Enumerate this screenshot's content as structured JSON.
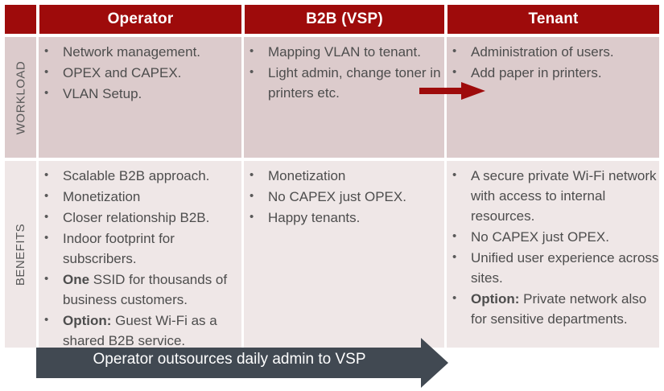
{
  "colors": {
    "header_red": "#9E0B0B",
    "workload_row_bg": "#DCCBCC",
    "benefits_row_bg": "#EFE7E7",
    "arrow_red": "#9E0B0B",
    "banner_gray": "#414952",
    "text_gray": "#4D4D4D"
  },
  "header": {
    "corner_label": "",
    "columns": [
      {
        "label": "Operator"
      },
      {
        "label": "B2B (VSP)"
      },
      {
        "label": "Tenant"
      }
    ]
  },
  "rows": [
    {
      "label": "WORKLOAD",
      "cells": [
        {
          "items": [
            {
              "text": "Network management."
            },
            {
              "text": "OPEX and CAPEX."
            },
            {
              "text": "VLAN Setup."
            }
          ]
        },
        {
          "items": [
            {
              "text": "Mapping VLAN to tenant."
            },
            {
              "text": "Light admin, change toner in printers etc."
            }
          ]
        },
        {
          "items": [
            {
              "text": "Administration of users."
            },
            {
              "text": "Add paper in printers."
            }
          ]
        }
      ]
    },
    {
      "label": "BENEFITS",
      "cells": [
        {
          "items": [
            {
              "text": "Scalable B2B approach."
            },
            {
              "text": "Monetization"
            },
            {
              "text": "Closer relationship B2B."
            },
            {
              "text": "Indoor footprint for subscribers."
            },
            {
              "bold": "One",
              "text": " SSID for thousands of business customers."
            },
            {
              "bold": "Option:",
              "text": " Guest Wi-Fi as a shared B2B service."
            }
          ]
        },
        {
          "items": [
            {
              "text": "Monetization"
            },
            {
              "text": "No CAPEX just OPEX."
            },
            {
              "text": "Happy tenants."
            }
          ]
        },
        {
          "items": [
            {
              "text": "A secure private Wi-Fi network with access to internal resources."
            },
            {
              "text": "No CAPEX just OPEX."
            },
            {
              "text": "Unified user experience across sites."
            },
            {
              "bold": "Option:",
              "text": " Private network also for sensitive departments."
            }
          ]
        }
      ]
    }
  ],
  "flow_arrow": {
    "name": "workload-handoff-arrow",
    "direction": "right"
  },
  "banner": {
    "text": "Operator outsources daily admin to VSP",
    "direction": "right"
  }
}
